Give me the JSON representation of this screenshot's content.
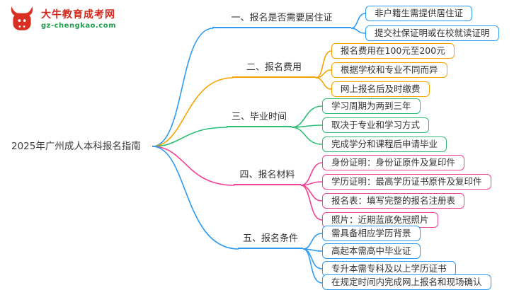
{
  "logo": {
    "title": "大牛教育成考网",
    "url": "gz-chengkao.com",
    "brand_red": "#d5281b",
    "brand_green": "#1e9e4b"
  },
  "central": {
    "label": "2025年广州成人本科报名指南"
  },
  "branches": [
    {
      "label": "一、报名是否需要居住证",
      "color": "#2f9bf0",
      "leaves": [
        "非户籍生需提供居住证",
        "提交社保证明或在校就读证明"
      ]
    },
    {
      "label": "二、报名费用",
      "color": "#f7a400",
      "leaves": [
        "报名费用在100元至200元",
        "根据学校和专业不同而异",
        "网上报名后及时缴费"
      ]
    },
    {
      "label": "三、毕业时间",
      "color": "#2ebe77",
      "leaves": [
        "学习周期为两到三年",
        "取决于专业和学习方式",
        "完成学分和课程后申请毕业"
      ]
    },
    {
      "label": "四、报名材料",
      "color": "#f04393",
      "leaves": [
        "身份证明：身份证原件及复印件",
        "学历证明：最高学历证书原件及复印件",
        "报名表：填写完整的报名注册表",
        "照片：近期蓝底免冠照片"
      ]
    },
    {
      "label": "五、报名条件",
      "color": "#2f9bf0",
      "leaves": [
        "需具备相应学历背景",
        "高起本需高中毕业证",
        "专升本需专科及以上学历证书",
        "在规定时间内完成网上报名和现场确认"
      ]
    }
  ]
}
